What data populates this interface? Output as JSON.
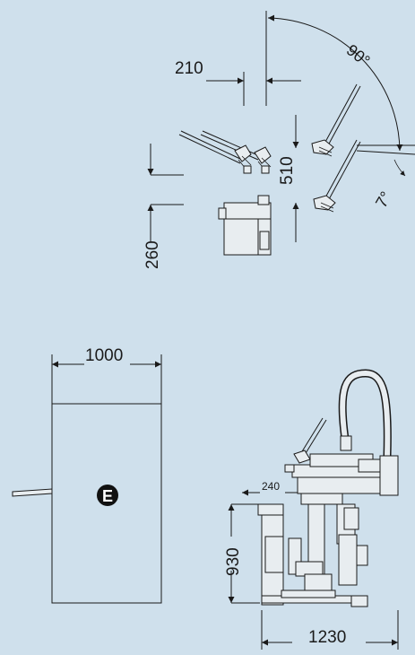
{
  "labels": {
    "dim_210": "210",
    "dim_90deg": "90°",
    "dim_510": "510",
    "dim_7deg": "7°",
    "dim_260": "260",
    "dim_1000": "1000",
    "dim_240": "240",
    "dim_930": "930",
    "dim_1230": "1230",
    "marker_e": "E"
  },
  "colors": {
    "background": "#cfe0ec",
    "line": "#1a1a1a",
    "marker_fill": "#111111",
    "marker_text": "#ffffff"
  }
}
